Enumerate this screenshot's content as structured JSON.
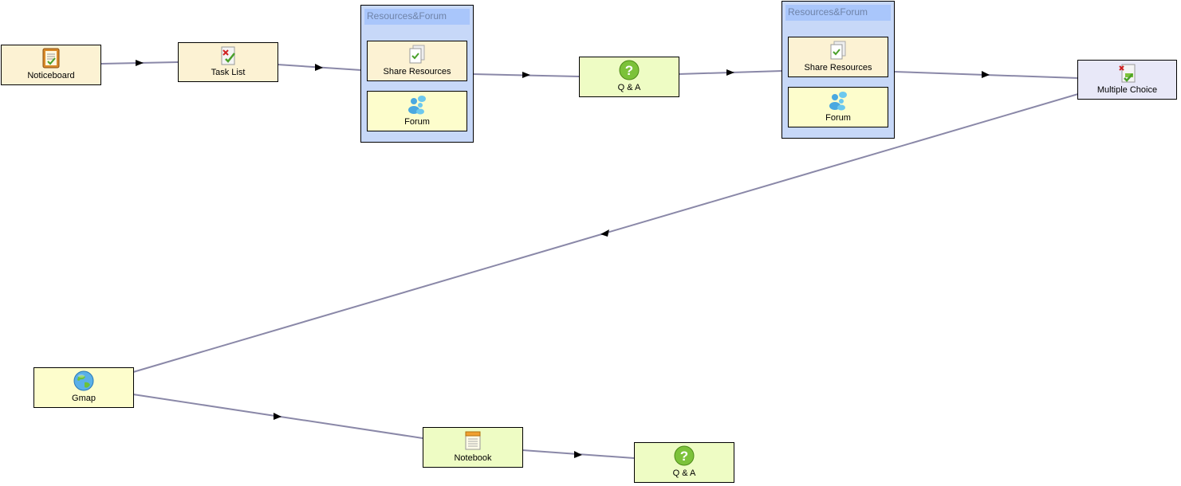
{
  "diagram": {
    "nodes": {
      "noticeboard": {
        "label": "Noticeboard",
        "icon": "noticeboard-icon"
      },
      "task_list": {
        "label": "Task List",
        "icon": "task-list-icon"
      },
      "qa1": {
        "label": "Q & A",
        "icon": "question-icon"
      },
      "multiple_choice": {
        "label": "Multiple Choice",
        "icon": "multiple-choice-icon"
      },
      "gmap": {
        "label": "Gmap",
        "icon": "globe-icon"
      },
      "notebook": {
        "label": "Notebook",
        "icon": "notebook-icon"
      },
      "qa2": {
        "label": "Q & A",
        "icon": "question-icon"
      }
    },
    "groups": [
      {
        "title": "Resources&Forum",
        "items": [
          {
            "label": "Share Resources",
            "icon": "share-resources-icon"
          },
          {
            "label": "Forum",
            "icon": "forum-icon"
          }
        ]
      },
      {
        "title": "Resources&Forum",
        "items": [
          {
            "label": "Share Resources",
            "icon": "share-resources-icon"
          },
          {
            "label": "Forum",
            "icon": "forum-icon"
          }
        ]
      }
    ],
    "edges": [
      {
        "from": "Noticeboard",
        "to": "Task List"
      },
      {
        "from": "Task List",
        "to": "Resources&Forum"
      },
      {
        "from": "Resources&Forum",
        "to": "Q & A"
      },
      {
        "from": "Q & A",
        "to": "Resources&Forum"
      },
      {
        "from": "Resources&Forum",
        "to": "Multiple Choice"
      },
      {
        "from": "Multiple Choice",
        "to": "Gmap"
      },
      {
        "from": "Gmap",
        "to": "Notebook"
      },
      {
        "from": "Notebook",
        "to": "Q & A"
      }
    ],
    "colors": {
      "edge": "#8a88a8",
      "arrow": "#000000",
      "group_fill": "#c7d8f8",
      "group_header": "#a9c6fb",
      "tool_beige": "#fcf2d3",
      "tool_yellow": "#fdfdcc",
      "tool_green": "#eefcc4",
      "tool_lavender": "#e8e8f8"
    }
  }
}
